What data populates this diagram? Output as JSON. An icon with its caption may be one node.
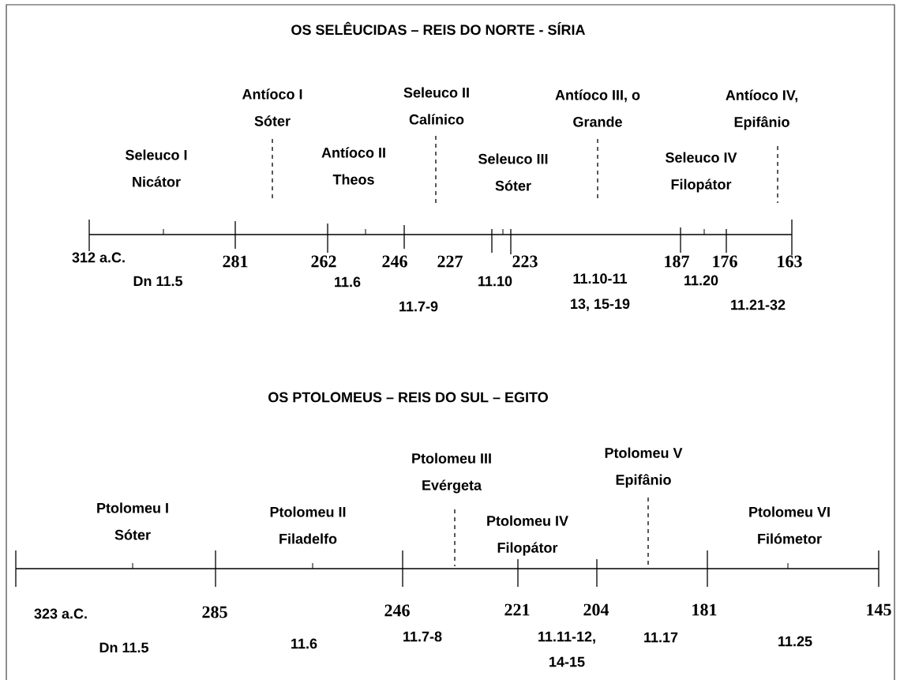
{
  "diagram": {
    "title": "OS SELÊUCIDAS – REIS DO NORTE - SÍRIA",
    "labels": [
      "Antíoco I Sóter",
      "Seleuco II Calínico",
      "Antíoco III, o Grande",
      "Antíoco IV, Epifânio",
      "Seleuco I Nicátor",
      "Antíoco II Theos",
      "Seleuco III Sóter",
      "Seleuco IV Filopátor",
      "312 a.C.",
      "281",
      "262",
      "246",
      "227",
      "223",
      "187",
      "176",
      "163",
      "Dn 11.5",
      "11.6",
      "11.10",
      "11.10-11 13, 15-19",
      "11.20",
      "11.7-9",
      "11.21-32",
      "OS PTOLOMEUS – REIS DO SUL – EGITO",
      "Ptolomeu III Evérgeta",
      "Ptolomeu V Epifânio",
      "Ptolomeu I Sóter",
      "Ptolomeu II Filadelfo",
      "Ptolomeu IV Filopátor",
      "Ptolomeu VI Filómetor",
      "323 a.C.",
      "285",
      "246",
      "221",
      "204",
      "181",
      "145",
      "Dn 11.5",
      "11.6",
      "11.7-8",
      "11.11-12, 14-15",
      "11.17",
      "11.25"
    ]
  }
}
